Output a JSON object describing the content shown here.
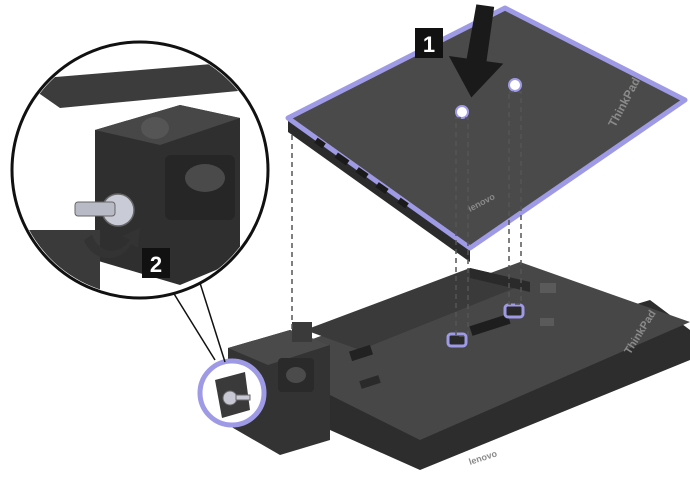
{
  "steps": [
    {
      "number": "1"
    },
    {
      "number": "2"
    }
  ],
  "laptop": {
    "brand": "ThinkPad",
    "maker": "lenovo"
  },
  "dock": {
    "brand": "ThinkPad",
    "maker": "lenovo"
  },
  "colors": {
    "highlight": "#9f9ae6",
    "device_dark": "#3c3c3c",
    "device_top": "#4a4a4a",
    "callout_fill": "#ffffff",
    "step_badge": "#111111"
  },
  "icons": [
    "down-arrow-icon",
    "rotate-arrow-icon",
    "key-lock-icon"
  ]
}
